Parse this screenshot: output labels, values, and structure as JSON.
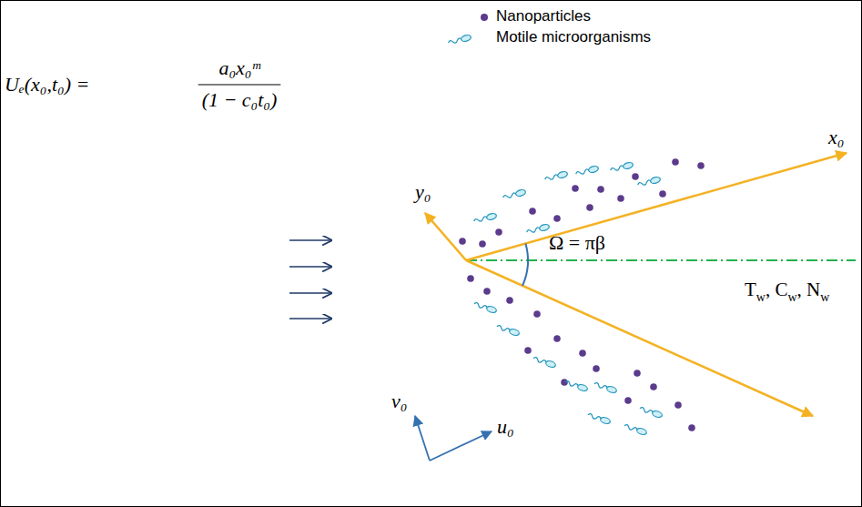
{
  "diagram": {
    "labels": [
      "Uₑ(x₀,t₀) =",
      "a₀x₀ᵐ",
      "(1 − c₀t₀)",
      "y₀",
      "x₀",
      "Ω = πβ",
      "T",
      "w",
      ", C",
      "w",
      ", N",
      "w",
      "v₀",
      "u₀"
    ],
    "legend": [
      {
        "text": "Nanoparticles",
        "color": "#5b3b8c"
      },
      {
        "text": "Motile microorganisms"
      }
    ]
  }
}
